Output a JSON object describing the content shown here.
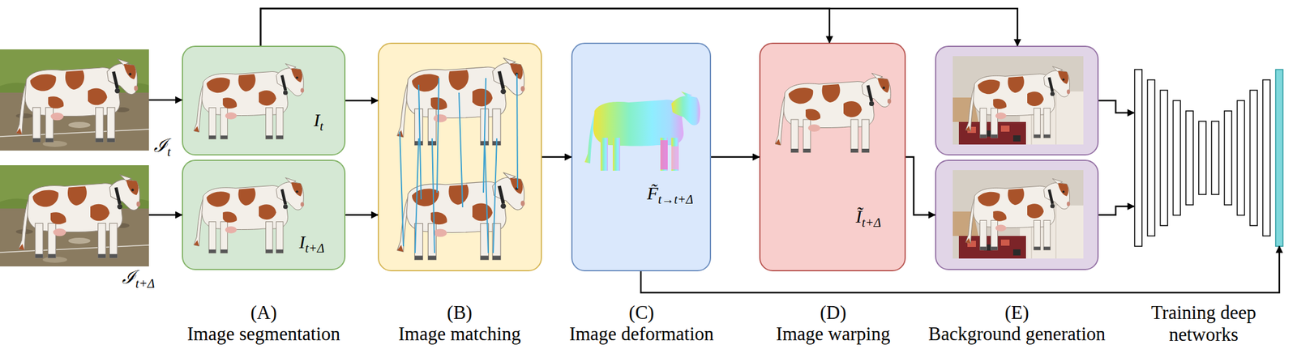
{
  "diagram": {
    "nodes": [
      {
        "text": [
          "ℐt"
        ]
      },
      {
        "text": [
          "ℐt+Δ"
        ]
      },
      {
        "text": [
          "It"
        ]
      },
      {
        "text": [
          "It+Δ",
          "(A)",
          "Image segmentation"
        ]
      },
      {
        "text": [
          "(B)",
          "Image matching"
        ]
      },
      {
        "text": [
          "F̃t→t+Δ",
          "(C)",
          "Image deformation"
        ]
      },
      {
        "text": [
          "Ĩt+Δ",
          "(D)",
          "Image warping"
        ]
      },
      {
        "text": []
      },
      {
        "text": [
          "(E)",
          "Background generation"
        ]
      },
      {
        "text": [
          "Training deep networks"
        ]
      }
    ],
    "edges": [
      {
        "from": 0,
        "to": 2,
        "arrow": "to"
      },
      {
        "from": 1,
        "to": 3,
        "arrow": "to"
      },
      {
        "from": 2,
        "to": 4,
        "arrow": "to"
      },
      {
        "from": 3,
        "to": 4,
        "arrow": "to"
      },
      {
        "from": 4,
        "to": 5,
        "arrow": "to"
      },
      {
        "from": 5,
        "to": 6,
        "arrow": "to"
      },
      {
        "from": 2,
        "to": 6,
        "arrow": "to"
      },
      {
        "from": 2,
        "to": 7,
        "arrow": "to"
      },
      {
        "from": 6,
        "to": 8,
        "arrow": "to"
      },
      {
        "from": 7,
        "to": 9,
        "arrow": "to"
      },
      {
        "from": 8,
        "to": 9,
        "arrow": "to"
      },
      {
        "from": 5,
        "to": 9,
        "arrow": "to"
      }
    ]
  }
}
